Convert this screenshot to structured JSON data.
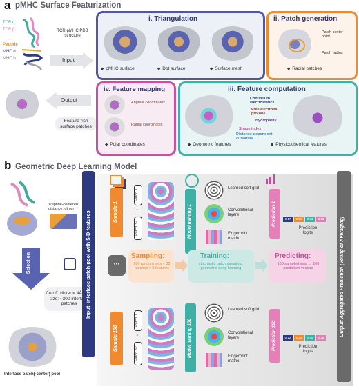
{
  "panel_a": {
    "letter": "a",
    "title": "pMHC Surface Featurization",
    "legend": {
      "tcr_a": "TCR α",
      "tcr_b": "TCR β",
      "peptide": "Peptide",
      "mhc_a": "MHC α",
      "mhc_b": "MHC b"
    },
    "pdb_label": "TCR-pMHC PDB structure",
    "input_label": "Input",
    "output_label": "Output",
    "output_desc": "Feature-rich surface patches",
    "triangulation": {
      "title": "i. Triangulation",
      "items": [
        "pMHC surface",
        "Dot surface",
        "Surface mesh"
      ]
    },
    "patch_generation": {
      "title": "ii. Patch generation",
      "center": "Patch center point",
      "radius": "Patch radius",
      "item": "Radial patches"
    },
    "feature_computation": {
      "title": "iii. Feature computation",
      "labels": [
        "Continuum electrostatics",
        "Free electrons/ protons",
        "Hydropathy",
        "Shape index",
        "Distance-dependent curvature"
      ],
      "items": [
        "Geometric features",
        "Physicochemical features"
      ]
    },
    "feature_mapping": {
      "title": "iv. Feature mapping",
      "angular": "Angular coordinates",
      "radial": "Radial coordinates",
      "item": "Polar coordinates"
    }
  },
  "panel_b": {
    "letter": "b",
    "title": "Geometric Deep Learning Model",
    "peptide_centered": "'Peptide-centered' distance: dinter",
    "selection": "Selection",
    "cutoff": "Cutoff: dinter < 4Å Pool size: ~300 interface patches",
    "pool_label": "Interface patch(-center) pool",
    "input_bar": "Input: interface patch pool with 5-D features",
    "output_bar": "Output: Aggregated Prediction (Voting or Averaging)",
    "sample_1": "Sample 1",
    "sample_100": "Sample 100",
    "dots": "···",
    "patch_1": "Patch 1",
    "patch_32": "Patch 32",
    "patch_dots": "···",
    "model_training_1": "Model training 1",
    "model_training_100": "Model training 100",
    "learned_grid": "Learned soft grid",
    "conv_layers": "Convolutional layers",
    "fingerprint": "Fingerprint matrix",
    "prediction_1": "Prediction 1",
    "prediction_100": "Prediction 100",
    "prediction_logits": "Prediction logits",
    "logits_1": [
      "0.17",
      "0.56",
      "0.33",
      "0.00"
    ],
    "logits_100": [
      "0.12",
      "0.30",
      "0.40",
      "0.35"
    ],
    "sampling": {
      "title": "Sampling:",
      "desc": "100 random sets × 32 patches × 5 features"
    },
    "training": {
      "title": "Training:",
      "desc": "stochastic patch sampling; geometric deep learning"
    },
    "predicting": {
      "title": "Predicting:",
      "desc": "100 sampled sets → 100 prediction vectors"
    }
  },
  "colors": {
    "triangulation": "#4f57a6",
    "patch": "#f08a30",
    "feature_comp": "#3fb0a6",
    "mapping": "#c8509e",
    "sample": "#f08a30",
    "model": "#3fb0a6",
    "prediction": "#e47fb7",
    "input_bar": "#2e3a80",
    "output_bar": "#6a6a6a"
  }
}
